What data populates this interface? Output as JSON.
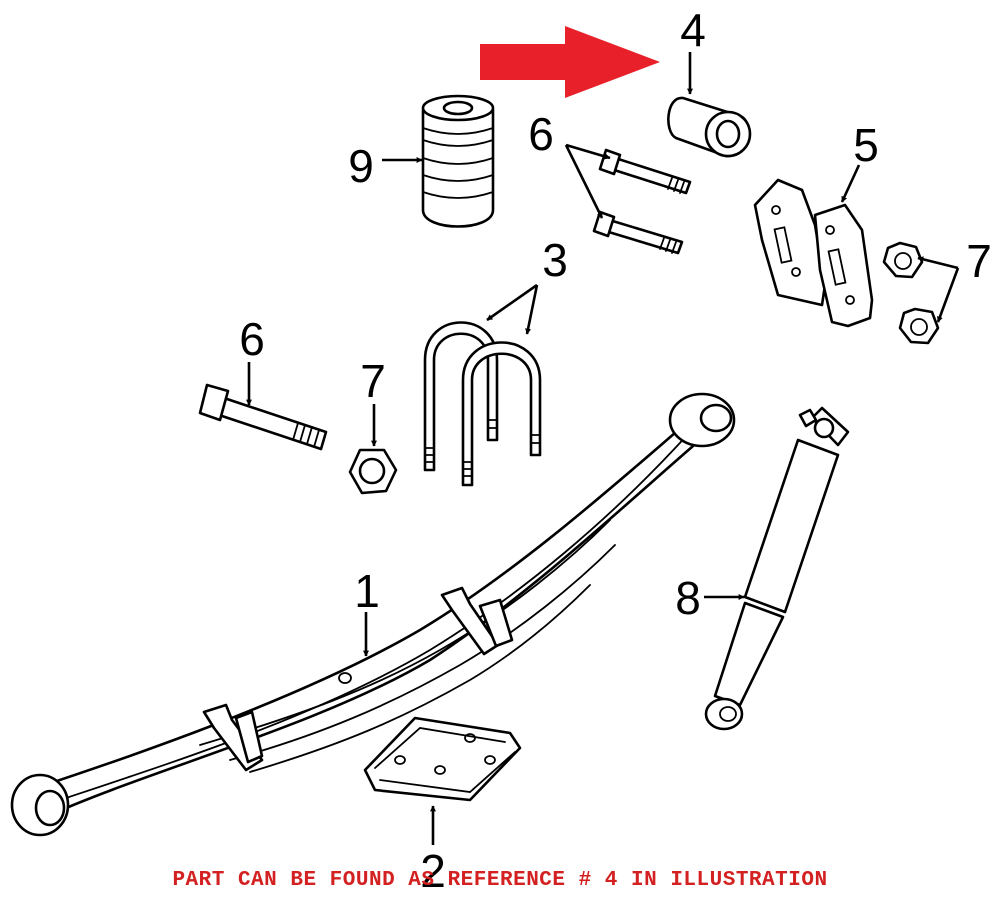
{
  "callouts": {
    "c1": "1",
    "c2": "2",
    "c3": "3",
    "c4": "4",
    "c5": "5",
    "c6_top": "6",
    "c6_left": "6",
    "c7_right": "7",
    "c7_left": "7",
    "c8": "8",
    "c9": "9"
  },
  "note": "PART CAN BE FOUND AS REFERENCE # 4 IN ILLUSTRATION",
  "colors": {
    "highlight_arrow": "#e8202a",
    "note_text": "#d32020",
    "line": "#000000"
  },
  "icons": {
    "highlight": "red-arrow-icon"
  }
}
